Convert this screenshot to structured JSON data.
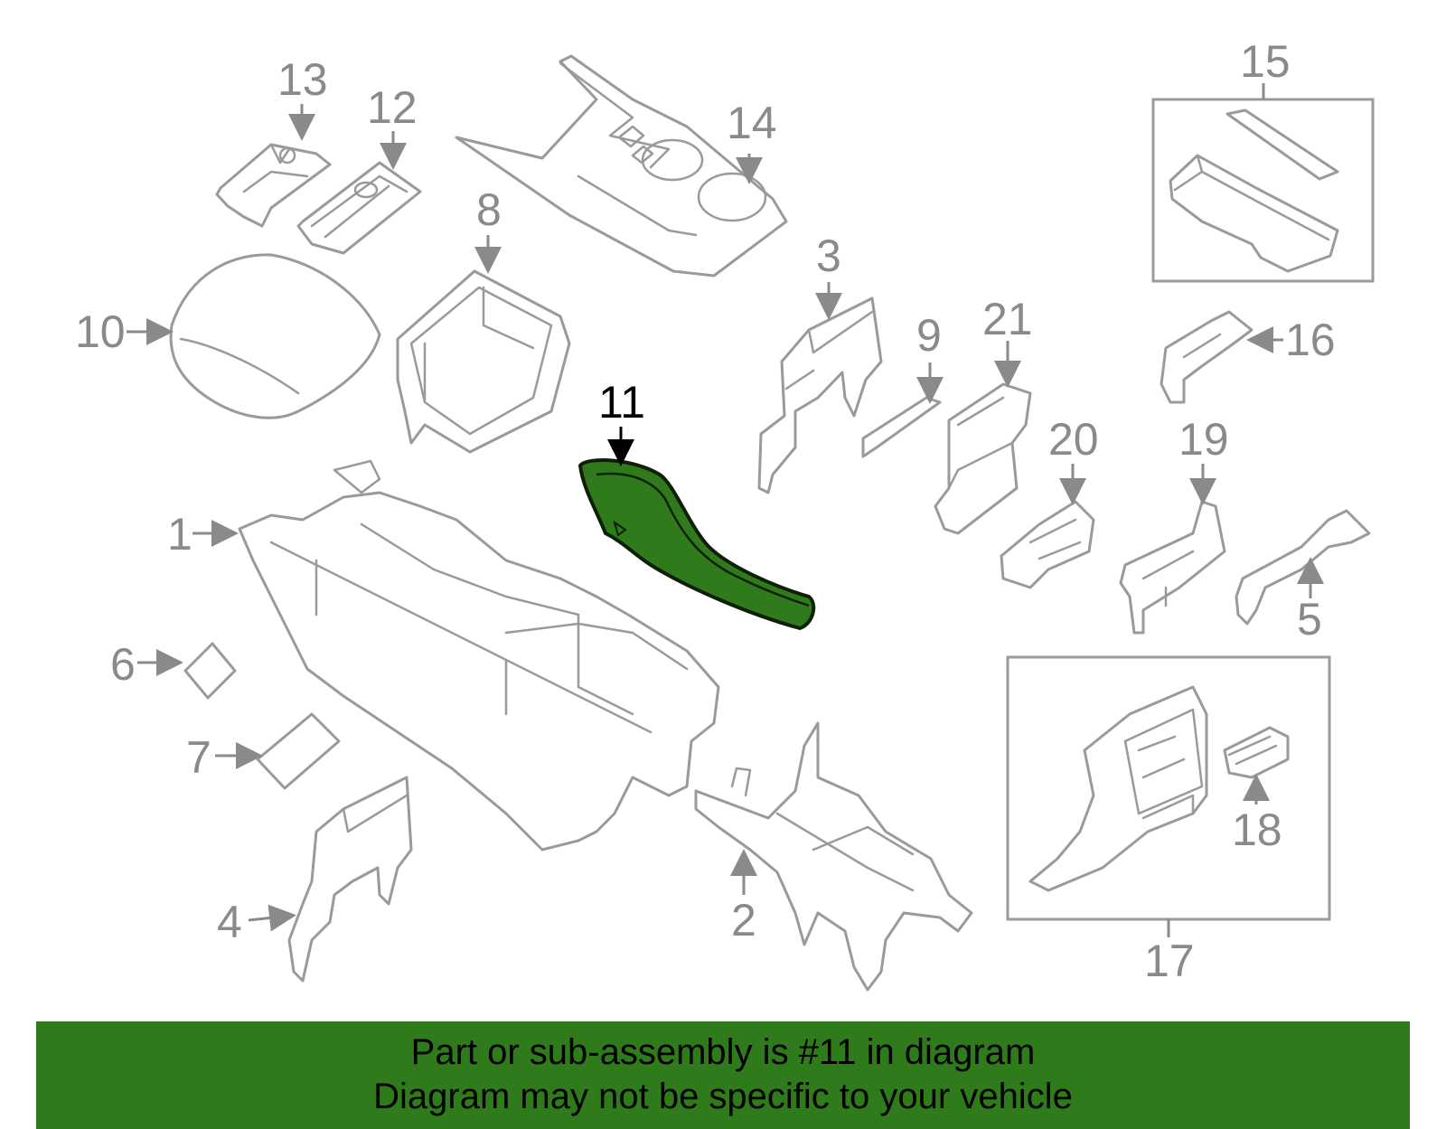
{
  "colors": {
    "highlight": "#2f7b1c",
    "highlight_stroke": "#0f1f08",
    "line_gray": "#9a9a9a",
    "label_gray": "#8a8a8a",
    "banner_bg": "#2f7b1c"
  },
  "highlighted_part": "11",
  "callouts": [
    "1",
    "2",
    "3",
    "4",
    "5",
    "6",
    "7",
    "8",
    "9",
    "10",
    "11",
    "12",
    "13",
    "14",
    "15",
    "16",
    "17",
    "18",
    "19",
    "20",
    "21"
  ],
  "banner": {
    "line1": "Part or sub-assembly is #11 in diagram",
    "line2": "Diagram may not be specific to your vehicle"
  }
}
